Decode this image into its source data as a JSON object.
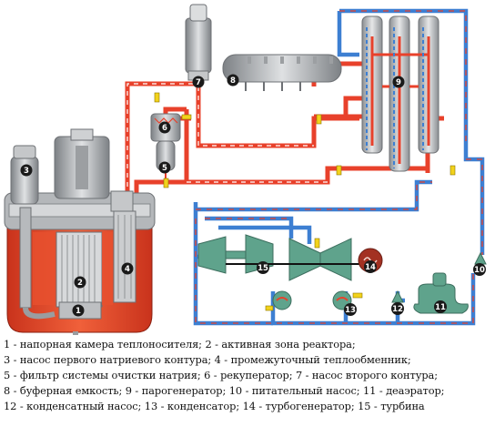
{
  "colors": {
    "primary_loop": "#e8412b",
    "secondary_loop": "#e8412b",
    "water_loop": "#3d7fd2",
    "equipment_fill": "#5fa38c",
    "reactor_core": "#e24c2a",
    "steel": "#a9acb0",
    "marker": "#1a1a1a",
    "generator": "#a33122",
    "valve": "#f2d21b"
  },
  "markers": [
    {
      "id": "1",
      "label": "1"
    },
    {
      "id": "2",
      "label": "2"
    },
    {
      "id": "3",
      "label": "3"
    },
    {
      "id": "4",
      "label": "4"
    },
    {
      "id": "5",
      "label": "5"
    },
    {
      "id": "6",
      "label": "6"
    },
    {
      "id": "7",
      "label": "7"
    },
    {
      "id": "8",
      "label": "8"
    },
    {
      "id": "9",
      "label": "9"
    },
    {
      "id": "10",
      "label": "10"
    },
    {
      "id": "11",
      "label": "11"
    },
    {
      "id": "12",
      "label": "12"
    },
    {
      "id": "13",
      "label": "13"
    },
    {
      "id": "14",
      "label": "14"
    },
    {
      "id": "15",
      "label": "15"
    }
  ],
  "legend": {
    "line1": "1 - напорная камера теплоносителя; 2 - активная зона реактора;",
    "line2": "3 - насос первого натриевого контура; 4 - промежуточный теплообменник;",
    "line3": "5 - фильтр системы очистки натрия; 6 - рекуператор; 7 - насос второго контура;",
    "line4": "8 - буферная емкость; 9 - парогенератор; 10 - питательный насос; 11 - деаэратор;",
    "line5": "12 - конденсатный насос; 13 - конденсатор; 14 - турбогенератор; 15 - турбина"
  }
}
